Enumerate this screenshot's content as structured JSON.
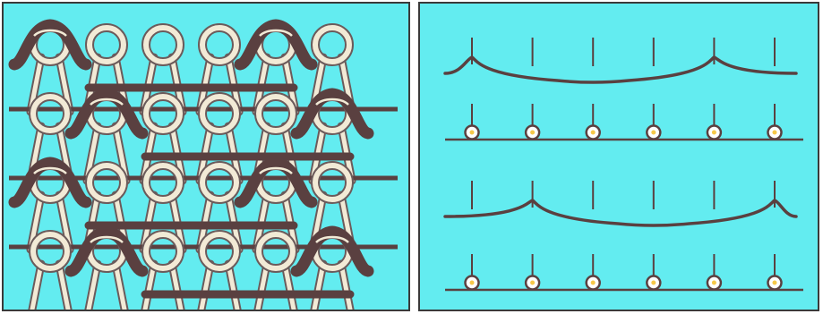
{
  "figure": {
    "left_panel": {
      "depicts": "knit-fabric-loop-structure",
      "courses": 4,
      "wales": 6,
      "colors": {
        "background": "#63ecf0",
        "loop_fill": "#f2ead6",
        "loop_outline": "#6b5b5b",
        "floated_yarn": "#5a4040"
      }
    },
    "right_panel": {
      "depicts": "needle-and-yarn-notation",
      "needles_per_row": 6,
      "rows": [
        {
          "kind": "yarn",
          "tuck_needles": [
            1,
            5
          ]
        },
        {
          "kind": "needle-bed"
        },
        {
          "kind": "yarn",
          "tuck_needles": [
            2,
            6
          ]
        },
        {
          "kind": "needle-bed"
        }
      ],
      "colors": {
        "background": "#63ecf0",
        "line": "#5a4040"
      }
    }
  }
}
